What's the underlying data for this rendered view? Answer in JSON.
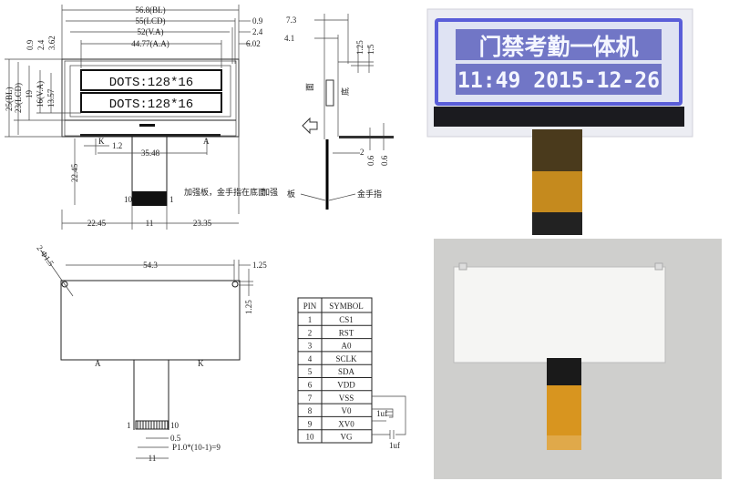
{
  "front_drawing": {
    "dims_top": [
      "56.8(BL)",
      "55(LCD)",
      "52(V.A)",
      "44.77(A.A)"
    ],
    "dims_right": [
      "0.9",
      "2.4",
      "6.02"
    ],
    "dims_left_vertical": [
      "25(BL)",
      "23(LCD)",
      "19",
      "16(V.A)",
      "13.57",
      "0.9",
      "2.4",
      "3.62"
    ],
    "display_lines": [
      "DOTS:128*16",
      "DOTS:128*16"
    ],
    "dims_tail": [
      "1.2",
      "35.48",
      "22.45"
    ],
    "pin_labels": [
      "10",
      "1"
    ],
    "note": "加强板，金手指在底面",
    "dims_bottom": [
      "22.45",
      "11",
      "23.35"
    ],
    "side_note": "加强",
    "marks": [
      "K",
      "A"
    ]
  },
  "side_drawing": {
    "dims": [
      "7.3",
      "4.1",
      "1.25",
      "1.5",
      "2",
      "0.6",
      "0.6"
    ],
    "labels": [
      "面",
      "底"
    ],
    "bottom_labels": [
      "板",
      "金手指"
    ]
  },
  "back_drawing": {
    "hole_dim": "2-Φ1.5",
    "dims": [
      "54.3",
      "1.25",
      "1.25"
    ],
    "marks": [
      "A",
      "K"
    ],
    "pin_labels": [
      "1",
      "10"
    ],
    "pitch_dims": [
      "0.5",
      "P1.0*(10-1)=9",
      "11"
    ]
  },
  "pin_table": {
    "headers": [
      "PIN",
      "SYMBOL"
    ],
    "rows": [
      [
        "1",
        "CS1"
      ],
      [
        "2",
        "RST"
      ],
      [
        "3",
        "A0"
      ],
      [
        "4",
        "SCLK"
      ],
      [
        "5",
        "SDA"
      ],
      [
        "6",
        "VDD"
      ],
      [
        "7",
        "VSS"
      ],
      [
        "8",
        "V0"
      ],
      [
        "9",
        "XV0"
      ],
      [
        "10",
        "VG"
      ]
    ],
    "cap_labels": [
      "1uf",
      "1uf"
    ]
  },
  "photo_top": {
    "line1": "门禁考勤一体机",
    "line2": "11:49 2015-12-26",
    "colors": {
      "bezel": "#e9eaf2",
      "display": "#5b5fd6",
      "bar": "#6d72c8",
      "fpc": "#c58a1e"
    }
  },
  "photo_bottom": {
    "colors": {
      "bg": "#cfcfcd",
      "panel": "#f5f5f3",
      "fpc": "#d8951f"
    }
  }
}
